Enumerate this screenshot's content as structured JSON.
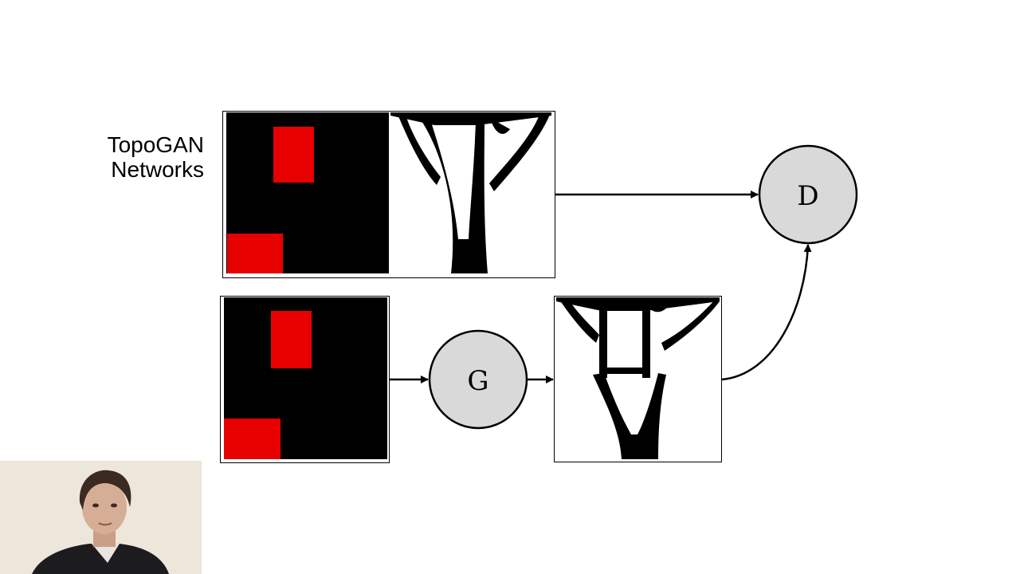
{
  "slide": {
    "title_line1": "TopoGAN",
    "title_line2": "Networks"
  },
  "nodes": {
    "generator_label": "G",
    "discriminator_label": "D"
  },
  "colors": {
    "load_marker": "#e60000",
    "domain_background": "#000000",
    "node_fill": "#d9d9d9",
    "structure": "#000000"
  },
  "icons": {
    "arrow": "arrow-right-icon",
    "webcam": "presenter-webcam"
  }
}
